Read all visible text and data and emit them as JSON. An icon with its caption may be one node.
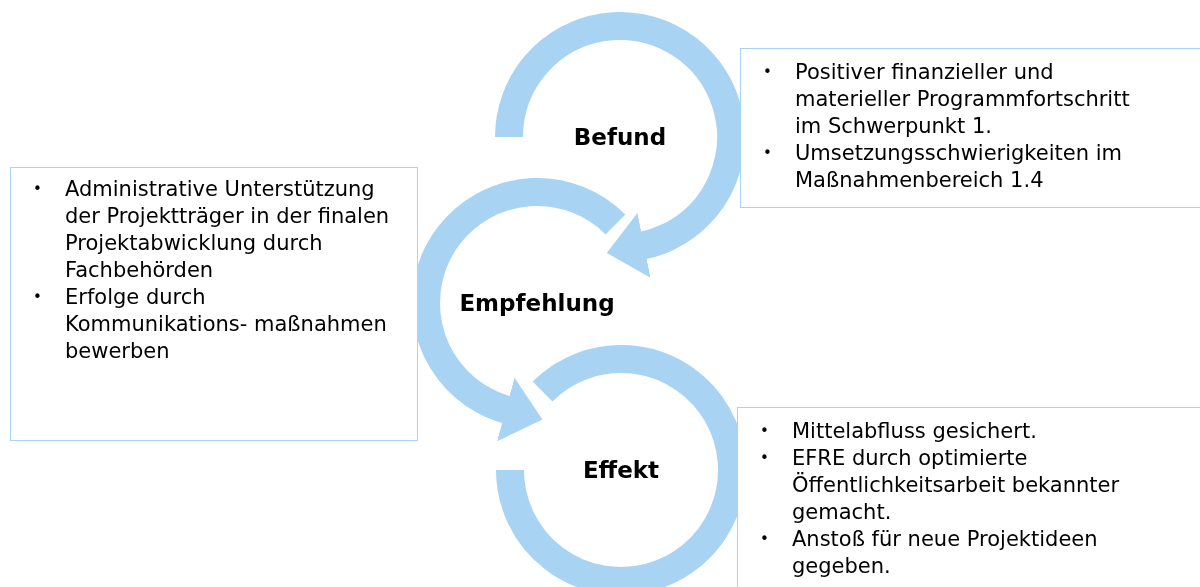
{
  "diagram": {
    "nodes": [
      {
        "text": [
          "Befund"
        ]
      },
      {
        "text": [
          "•",
          "Positiver finanzieller und materieller Programmfortschritt im Schwerpunkt 1.",
          "•",
          "Umsetzungsschwierigkeiten im Maßnahmenbereich 1.4"
        ]
      },
      {
        "text": [
          "Empfehlung"
        ]
      },
      {
        "text": [
          "•",
          "Administrative Unterstützung der Projektträger in der finalen Projektabwicklung durch Fachbehörden",
          "•",
          "Erfolge durch Kommunikations- maßnahmen bewerben"
        ]
      },
      {
        "text": [
          "Effekt"
        ]
      },
      {
        "text": [
          "•",
          "Mittelabfluss gesichert.",
          "•",
          "EFRE durch optimierte Öffentlichkeitsarbeit bekannter gemacht.",
          "•",
          "Anstoß für neue Projektideen gegeben."
        ]
      }
    ],
    "edges": [
      {
        "from": 0,
        "to": 2,
        "arrow": "to"
      },
      {
        "from": 2,
        "to": 4,
        "arrow": "to"
      }
    ]
  }
}
